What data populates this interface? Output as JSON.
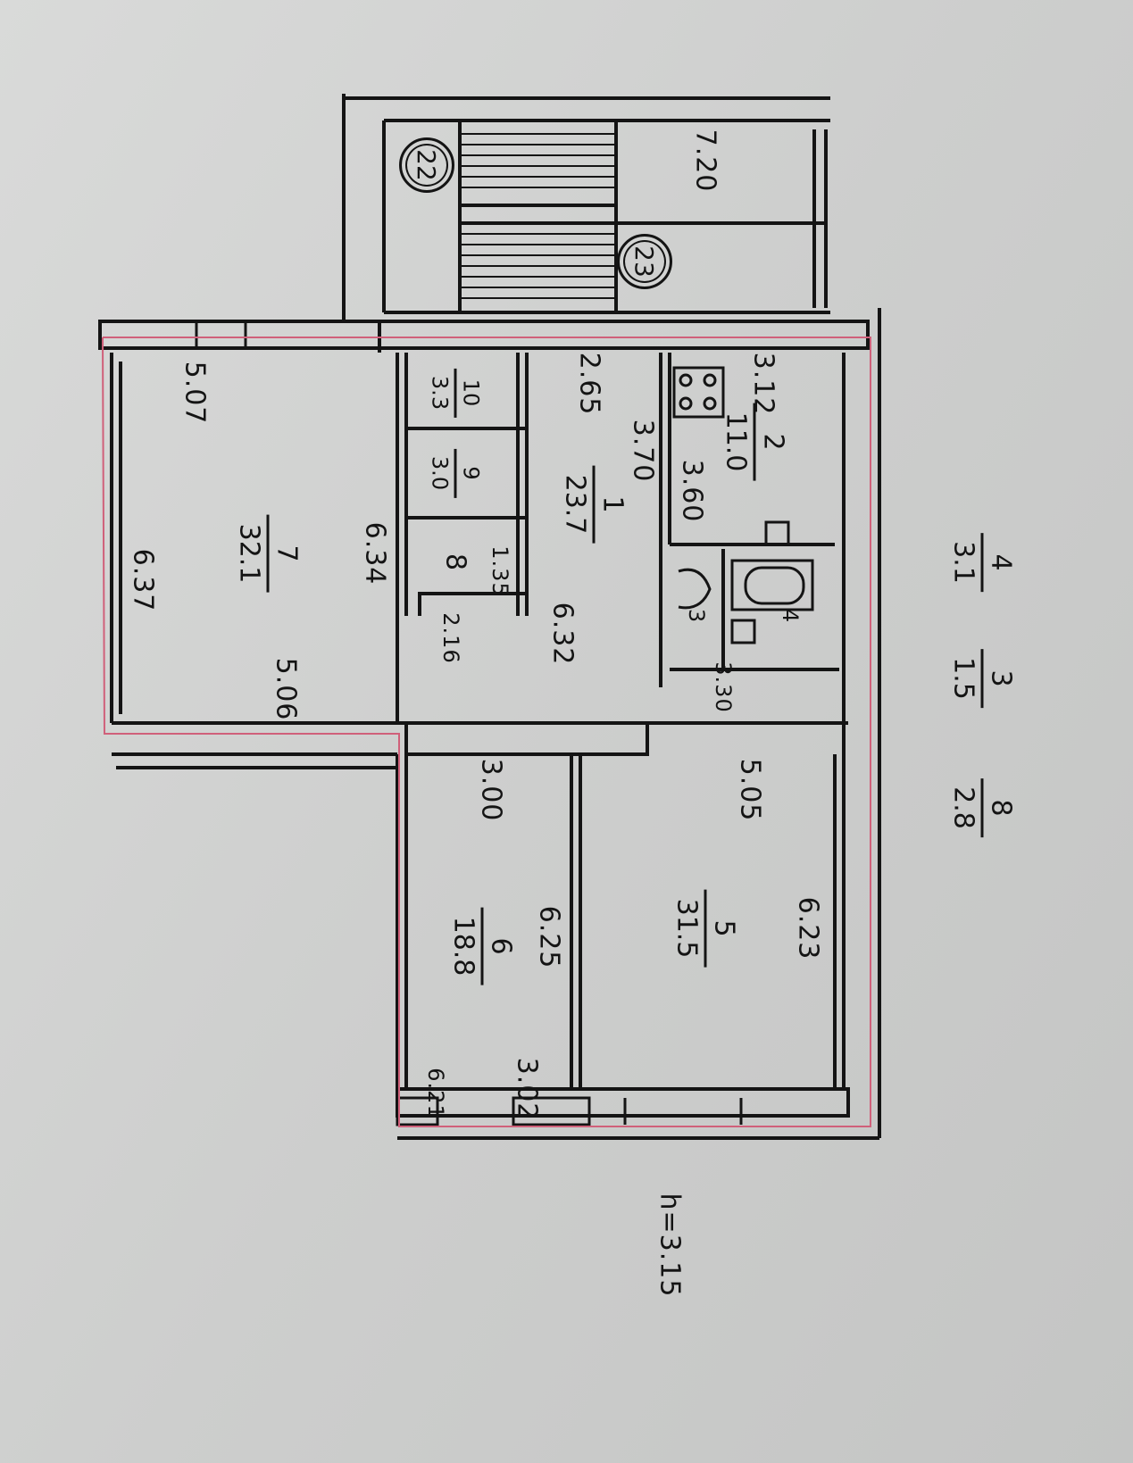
{
  "stairwell": {
    "landing_dim": "7.20",
    "marker_a": "22",
    "marker_b": "23"
  },
  "rooms": {
    "r7": {
      "number": "7",
      "area": "32.1",
      "dims": [
        "5.07",
        "6.37",
        "6.34",
        "5.06"
      ]
    },
    "r10": {
      "number": "10",
      "area": "3.3"
    },
    "r9": {
      "number": "9",
      "area": "3.0"
    },
    "r8": {
      "number": "8",
      "dims": [
        "1.35",
        "2.16"
      ]
    },
    "r1": {
      "number": "1",
      "area": "23.7",
      "dims": [
        "2.65",
        "3.70",
        "6.32"
      ]
    },
    "r2": {
      "number": "2",
      "area": "11.0",
      "dims": [
        "3.12",
        "3.60"
      ]
    },
    "r3": {
      "number": "3"
    },
    "r4": {
      "number": "4",
      "dims": [
        "3.30"
      ]
    },
    "r6": {
      "number": "6",
      "area": "18.8",
      "dims": [
        "3.00",
        "6.25",
        "6.21",
        "3.02"
      ]
    },
    "r5": {
      "number": "5",
      "area": "31.5",
      "dims": [
        "5.05",
        "6.23"
      ]
    }
  },
  "legend": [
    {
      "number": "4",
      "area": "3.1"
    },
    {
      "number": "3",
      "area": "1.5"
    },
    {
      "number": "8",
      "area": "2.8"
    }
  ],
  "ceiling_height": "h=3.15",
  "colors": {
    "wall": "#141414",
    "outline": "#d0607a",
    "paper": "#cfd0cf"
  }
}
